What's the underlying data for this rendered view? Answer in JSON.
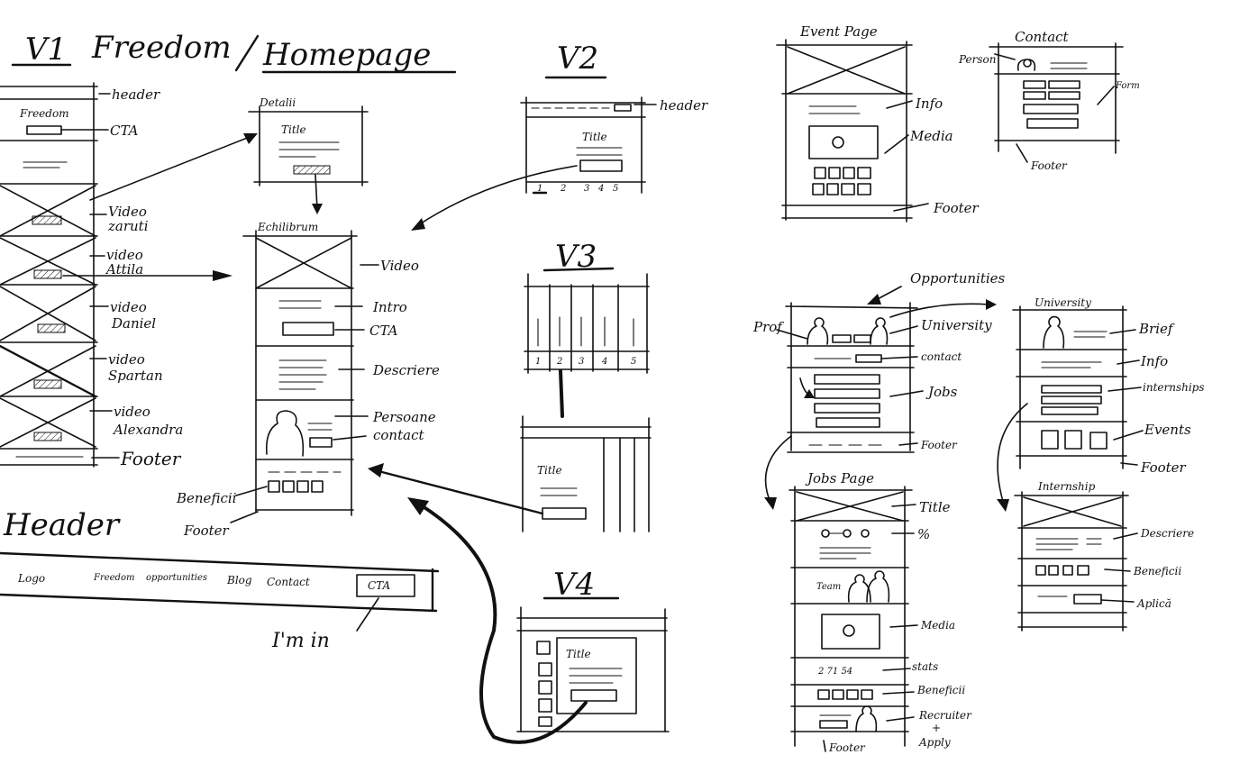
{
  "title": {
    "version": "V1",
    "freedom": "Freedom",
    "homepage": "Homepage"
  },
  "v1": {
    "brand": "Freedom",
    "labels": {
      "header": "header",
      "cta": "CTA",
      "video1a": "Video",
      "video1b": "zaruti",
      "video2a": "video",
      "video2b": "Attila",
      "video3a": "video",
      "video3b": "Daniel",
      "video4a": "video",
      "video4b": "Spartan",
      "video5a": "video",
      "video5b": "Alexandra",
      "footer": "Footer"
    }
  },
  "detail": {
    "label": "Detalii",
    "title": "Title"
  },
  "equilibrum": {
    "label": "Echilibrum",
    "video": "Video",
    "intro": "Intro",
    "cta": "CTA",
    "descriere": "Descriere",
    "persoane": "Persoane",
    "contact": "contact",
    "beneficii": "Beneficii",
    "footer": "Footer"
  },
  "v2": {
    "version": "V2",
    "header": "header",
    "title": "Title",
    "pages": [
      "1",
      "2",
      "3",
      "4",
      "5"
    ]
  },
  "v3": {
    "version": "V3",
    "columns": [
      "1",
      "2",
      "3",
      "4",
      "5"
    ],
    "title": "Title"
  },
  "v4": {
    "version": "V4",
    "title": "Title"
  },
  "header_bar": {
    "heading": "Header",
    "logo": "Logo",
    "freedom": "Freedom",
    "opportunities": "opportunities",
    "blog": "Blog",
    "contact": "Contact",
    "cta": "CTA",
    "note": "I'm in"
  },
  "event_page": {
    "title": "Event Page",
    "info": "Info",
    "media": "Media",
    "footer": "Footer"
  },
  "contact_page": {
    "title": "Contact",
    "person": "Person",
    "form": "Form",
    "footer": "Footer"
  },
  "opportunities": {
    "title": "Opportunities",
    "prof": "Prof",
    "university": "University",
    "contact": "contact",
    "jobs": "Jobs",
    "footer": "Footer"
  },
  "university": {
    "title": "University",
    "brief": "Brief",
    "info": "Info",
    "internships": "internships",
    "events": "Events",
    "footer": "Footer"
  },
  "jobs_page": {
    "title": "Jobs Page",
    "title_lbl": "Title",
    "percent": "%",
    "team": "Team",
    "media": "Media",
    "stats_values": "2   71   54",
    "stats": "stats",
    "beneficii": "Beneficii",
    "recruiter": "Recruiter",
    "plus": "+",
    "apply": "Apply",
    "footer": "Footer"
  },
  "internship": {
    "title": "Internship",
    "descriere": "Descriere",
    "beneficii": "Beneficii",
    "aplica": "Aplică"
  }
}
